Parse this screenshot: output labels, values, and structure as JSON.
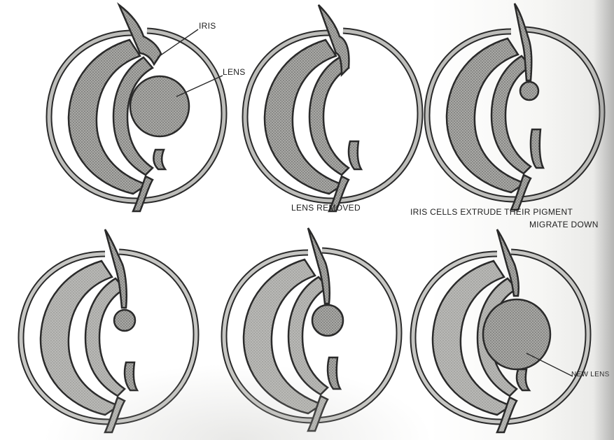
{
  "labels": {
    "iris": "IRIS",
    "lens": "LENS",
    "lens_removed": "LENS REMOVED",
    "iris_cells_line1": "IRIS CELLS EXTRUDE THEIR PIGMENT",
    "iris_cells_line2": "MIGRATE DOWN",
    "new_lens": "NEW LENS"
  },
  "panels": [
    {
      "stage": "intact eye",
      "lens": "present"
    },
    {
      "stage": "lens removed",
      "lens": "absent"
    },
    {
      "stage": "iris cells extrude pigment and migrate down",
      "lens": "small bud"
    },
    {
      "stage": "regeneration bud",
      "lens": "small bud"
    },
    {
      "stage": "regeneration growing",
      "lens": "medium bud"
    },
    {
      "stage": "new lens",
      "lens": "regenerated"
    }
  ],
  "colors": {
    "outline": "#2a2a2a",
    "stipple": "#9a9a98",
    "stipple_dark": "#6f6f6c",
    "paper": "#ffffff"
  }
}
